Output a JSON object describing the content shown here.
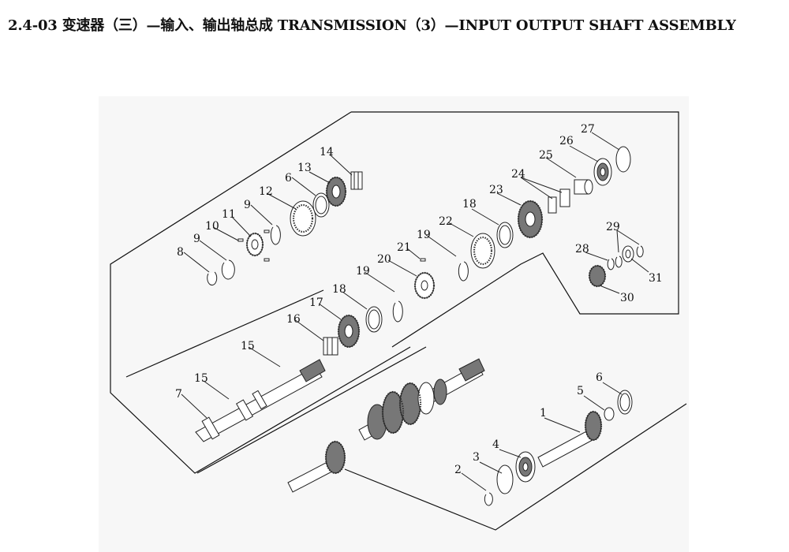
{
  "title": "2.4-03 变速器（三）—输入、输出轴总成 TRANSMISSION（3）—INPUT OUTPUT SHAFT ASSEMBLY",
  "callouts": {
    "c1": "1",
    "c2": "2",
    "c3": "3",
    "c4": "4",
    "c5": "5",
    "c6a": "6",
    "c6b": "6",
    "c7": "7",
    "c8": "8",
    "c9a": "9",
    "c9b": "9",
    "c10": "10",
    "c11": "11",
    "c12": "12",
    "c13": "13",
    "c14": "14",
    "c15a": "15",
    "c15b": "15",
    "c16": "16",
    "c17": "17",
    "c18a": "18",
    "c18b": "18",
    "c19a": "19",
    "c19b": "19",
    "c20": "20",
    "c21": "21",
    "c22": "22",
    "c23": "23",
    "c24": "24",
    "c25": "25",
    "c26": "26",
    "c27": "27",
    "c28": "28",
    "c29": "29",
    "c30": "30",
    "c31": "31"
  }
}
